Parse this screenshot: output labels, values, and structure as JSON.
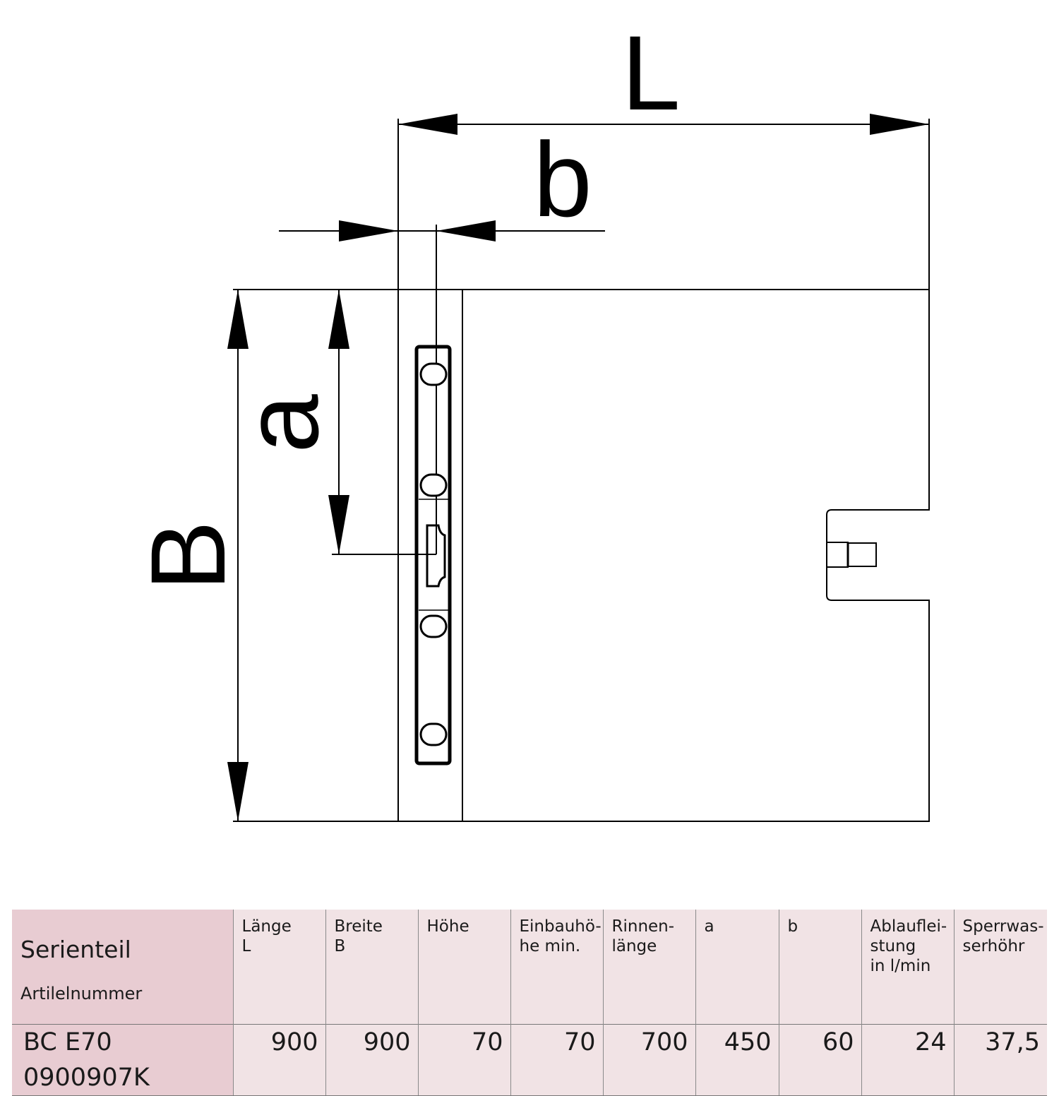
{
  "drawing": {
    "labels": {
      "L": "L",
      "b": "b",
      "a": "a",
      "B": "B"
    }
  },
  "table": {
    "header": {
      "first_title": "Serienteil",
      "first_subtitle": "Artilelnummer",
      "columns": [
        "Länge\nL",
        "Breite\nB",
        "Höhe",
        "Einbauhö-\nhe min.",
        "Rinnen-\nlänge",
        "a",
        "b",
        "Ablauflei-\nstung\nin l/min",
        "Sperrwas-\nserhöhr"
      ]
    },
    "row": {
      "article_number": "BC E70 0900907K",
      "values": [
        "900",
        "900",
        "70",
        "70",
        "700",
        "450",
        "60",
        "24",
        "37,5"
      ]
    }
  },
  "colors": {
    "first_column_bg": "#e8ccd2",
    "table_bg": "#f1e3e5",
    "line": "#000000"
  }
}
